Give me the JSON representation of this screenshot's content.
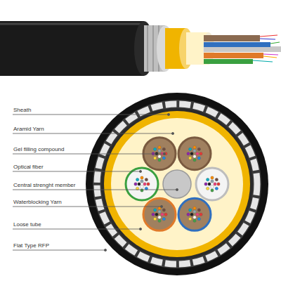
{
  "diagram": {
    "labels": [
      "Sheath",
      "Aramid Yarn",
      "Gel filling compound",
      "Optical fiber",
      "Central strenght member",
      "Waterblocking Yarn",
      "Loose tube",
      "Flat Type RFP"
    ]
  }
}
